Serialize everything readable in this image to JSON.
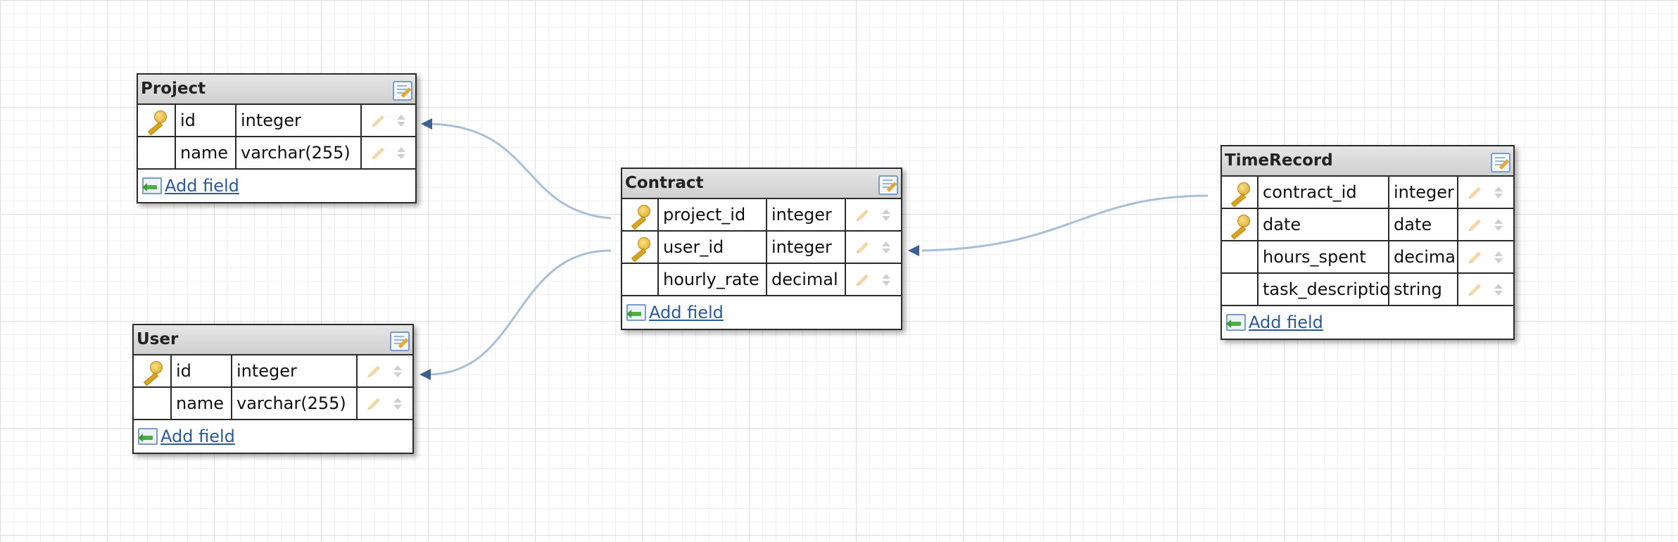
{
  "tables": {
    "project": {
      "title": "Project",
      "rows": [
        {
          "name": "id",
          "type": "integer",
          "key": true
        },
        {
          "name": "name",
          "type": "varchar(255)",
          "key": false
        }
      ],
      "add_label": "Add field"
    },
    "user": {
      "title": "User",
      "rows": [
        {
          "name": "id",
          "type": "integer",
          "key": true
        },
        {
          "name": "name",
          "type": "varchar(255)",
          "key": false
        }
      ],
      "add_label": "Add field"
    },
    "contract": {
      "title": "Contract",
      "rows": [
        {
          "name": "project_id",
          "type": "integer",
          "key": true
        },
        {
          "name": "user_id",
          "type": "integer",
          "key": true
        },
        {
          "name": "hourly_rate",
          "type": "decimal",
          "key": false
        }
      ],
      "add_label": "Add field"
    },
    "timerecord": {
      "title": "TimeRecord",
      "rows": [
        {
          "name": "contract_id",
          "type": "integer",
          "key": true
        },
        {
          "name": "date",
          "type": "date",
          "key": true
        },
        {
          "name": "hours_spent",
          "type": "decimal",
          "key": false
        },
        {
          "name": "task_description",
          "type": "string",
          "key": false
        }
      ],
      "add_label": "Add field"
    }
  },
  "relations": [
    {
      "from": "contract.project_id",
      "to": "project.id"
    },
    {
      "from": "contract.user_id",
      "to": "user.id"
    },
    {
      "from": "timerecord.contract_id",
      "to": "contract"
    }
  ],
  "colors": {
    "connector": "#a9bfd8",
    "arrowhead": "#3c5f94",
    "link": "#2a5a9c"
  }
}
